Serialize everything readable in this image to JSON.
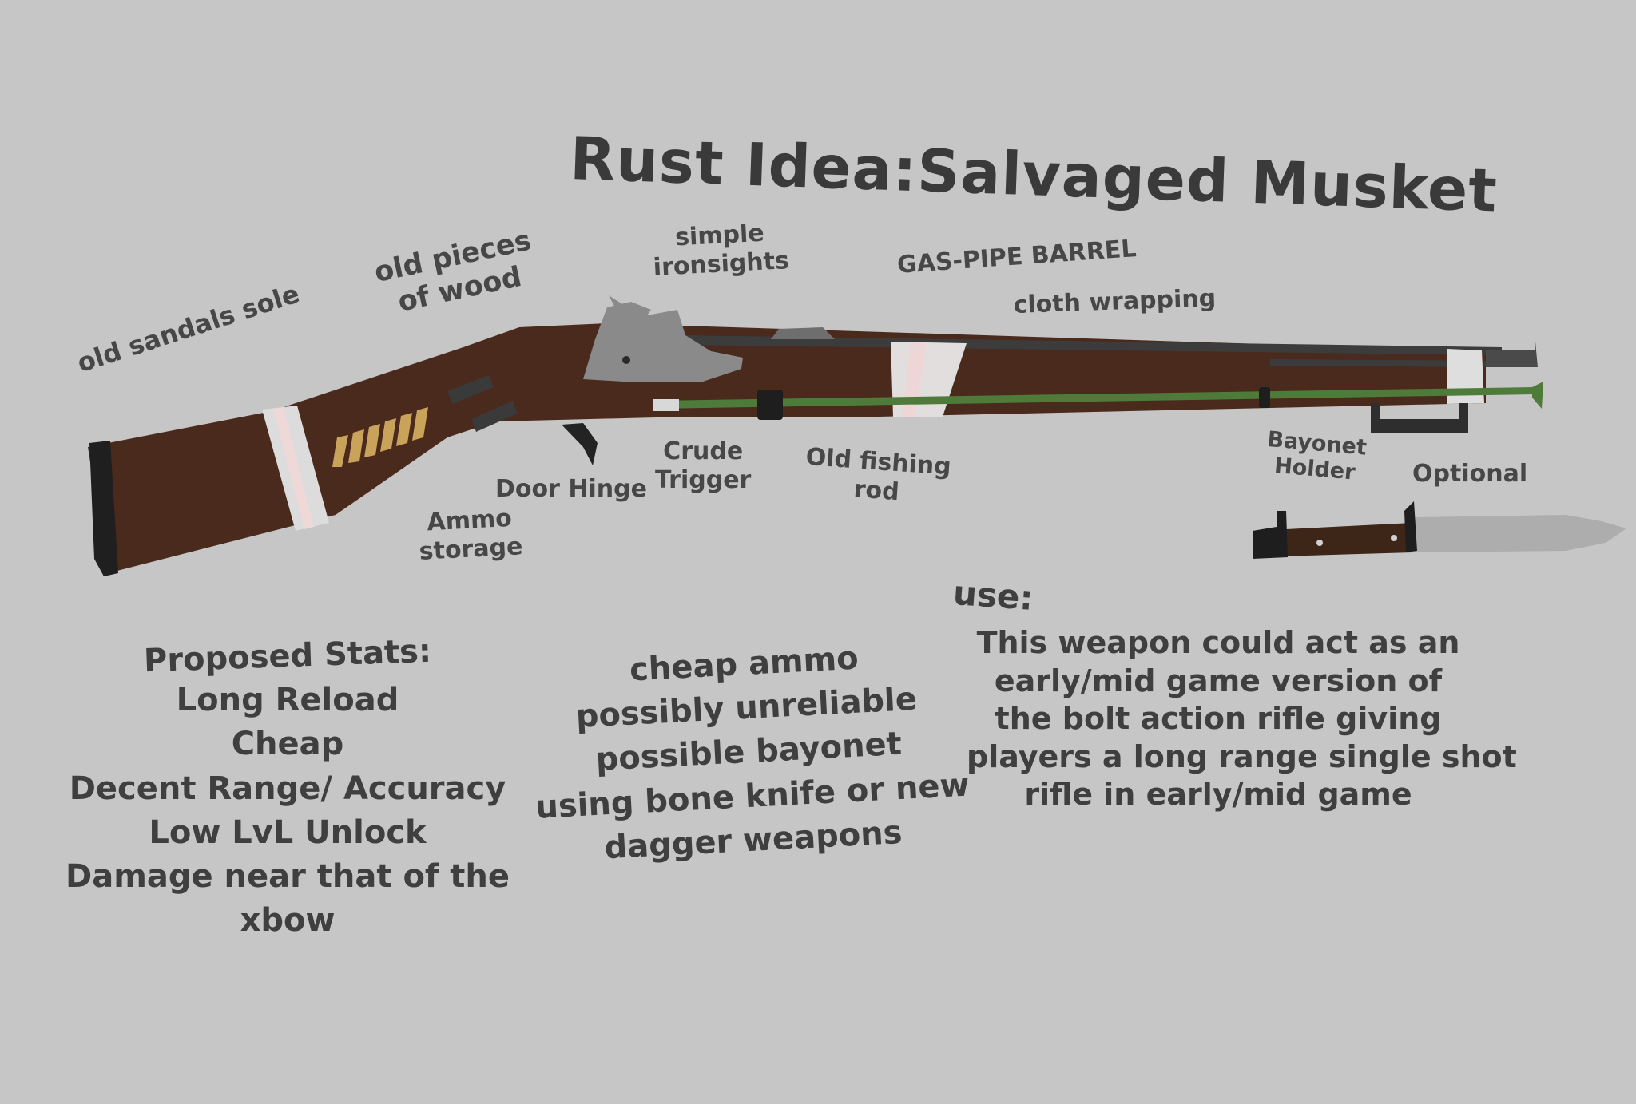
{
  "title": "Rust Idea:Salvaged Musket",
  "labels": {
    "sandals": "old sandals sole",
    "wood": [
      "old pieces",
      "of wood"
    ],
    "ironsights": [
      "simple",
      "ironsights"
    ],
    "barrel": "GAS-PIPE BARREL",
    "cloth": "cloth wrapping",
    "ammo": [
      "Ammo",
      "storage"
    ],
    "hinge": "Door Hinge",
    "trigger": [
      "Crude",
      "Trigger"
    ],
    "fishing": [
      "Old fishing",
      "rod"
    ],
    "bayonet_holder": [
      "Bayonet",
      "Holder"
    ],
    "optional": "Optional"
  },
  "stats": {
    "heading": "Proposed Stats:",
    "lines": [
      "Long Reload",
      "Cheap",
      "Decent Range/ Accuracy",
      "Low LvL Unlock",
      "Damage near that of the",
      "xbow"
    ]
  },
  "notes": {
    "lines": [
      "cheap ammo",
      "possibly unreliable",
      "possible bayonet",
      "using bone knife or new",
      "dagger weapons"
    ]
  },
  "use": {
    "heading": "use:",
    "lines": [
      "This weapon could act as an",
      "early/mid game version of",
      "the bolt action rifle giving",
      "players a long range single shot",
      "rifle in early/mid game"
    ]
  },
  "colors": {
    "background": "#c6c6c6",
    "wood": "#4a2a1c",
    "metal": "#8a8a8a",
    "cloth": "#e2dede",
    "fishing_rod": "#4e7a3a",
    "brass": "#c9a35a"
  }
}
